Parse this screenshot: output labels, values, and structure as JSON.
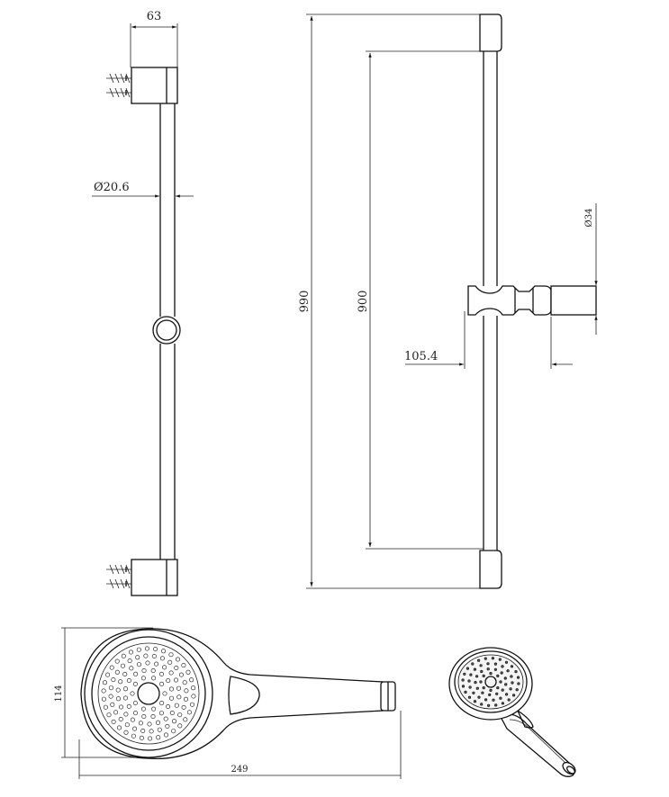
{
  "dimensions": {
    "bracket_width": "63",
    "rail_diameter": "Ø20.6",
    "overall_length": "990",
    "inner_length": "900",
    "holder_diameter": "Ø34",
    "holder_projection": "105.4",
    "head_height": "114",
    "head_length": "249"
  },
  "colors": {
    "line": "#111111",
    "background": "#ffffff",
    "hole_fill": "#555555"
  }
}
